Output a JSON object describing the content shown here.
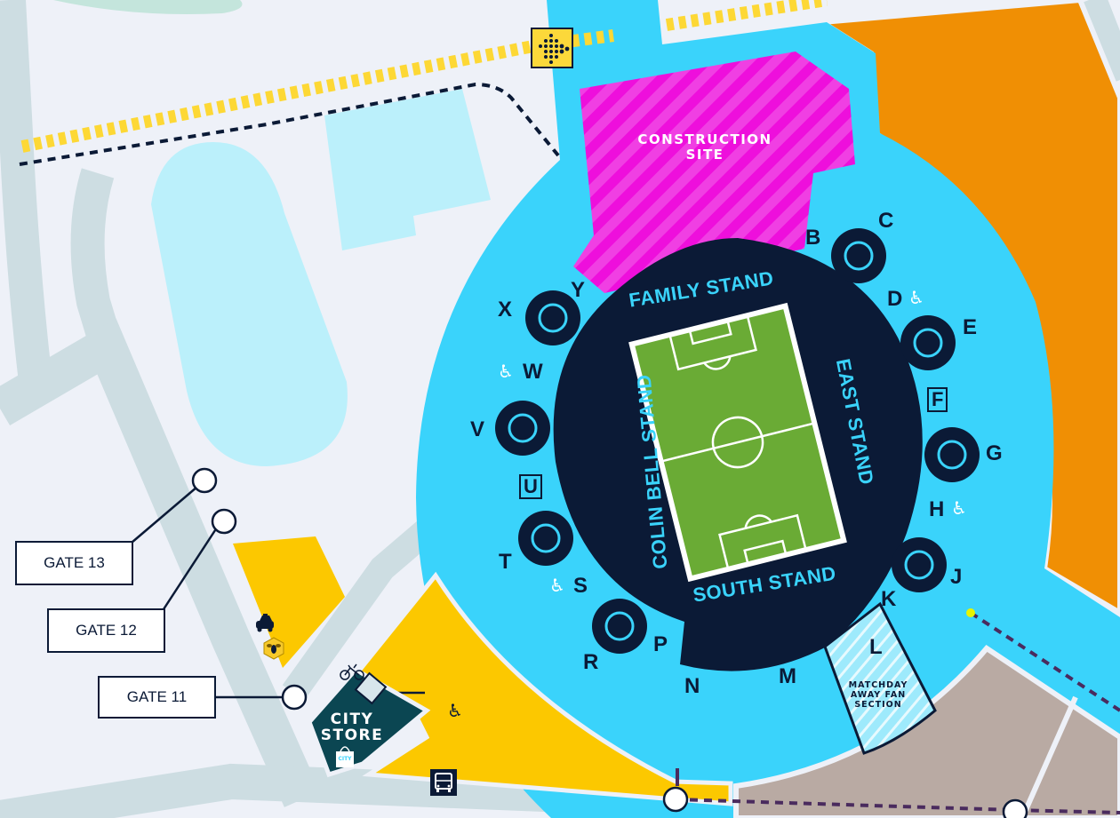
{
  "map": {
    "colors": {
      "background": "#eef1f8",
      "road": "#cddde2",
      "concourse": "#3ad3fb",
      "pale_blue": "#bbf0fb",
      "stadium": "#0b1a36",
      "pitch": "#6aab35",
      "construction": "#ee0fdc",
      "orange_zone": "#f08f04",
      "yellow_zone": "#fcc800",
      "store": "#0b4652",
      "brown_zone": "#b9aaa3",
      "tram_line": "#fdd835",
      "path_dash": "#4a2b5e"
    },
    "areas": {
      "construction": "CONSTRUCTION\nSITE",
      "away_fans": "MATCHDAY\nAWAY FAN\nSECTION",
      "city_store": "CITY\nSTORE",
      "store_bag": "CITY"
    },
    "stands": {
      "north": "FAMILY STAND",
      "west": "COLIN BELL STAND",
      "east": "EAST STAND",
      "south": "SOUTH STAND"
    },
    "entrances": [
      "B",
      "C",
      "D",
      "E",
      "F",
      "G",
      "H",
      "J",
      "K",
      "L",
      "M",
      "N",
      "P",
      "R",
      "S",
      "T",
      "U",
      "V",
      "W",
      "X",
      "Y"
    ],
    "gates": {
      "gate13": "GATE 13",
      "gate12": "GATE 12",
      "gate11": "GATE 11"
    },
    "icons": {
      "wheelchair": "♿",
      "taxi": "taxi-icon",
      "bee": "bee-icon",
      "bike": "bike-icon",
      "bus": "bus-icon",
      "tram_stop": "tram-stop-icon"
    }
  }
}
